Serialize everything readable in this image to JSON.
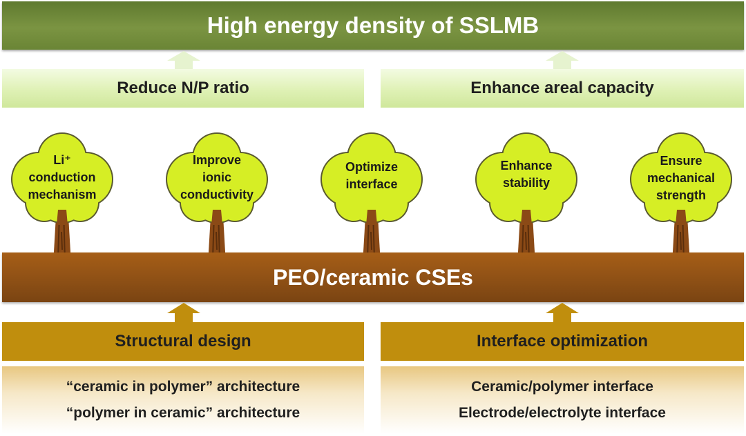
{
  "top_banner": {
    "title": "High energy density of SSLMB"
  },
  "goals": [
    {
      "label": "Reduce N/P ratio"
    },
    {
      "label": "Enhance areal capacity"
    }
  ],
  "trees": [
    {
      "lines": [
        "Li⁺",
        "conduction",
        "mechanism"
      ]
    },
    {
      "lines": [
        "Improve",
        "ionic",
        "conductivity"
      ]
    },
    {
      "lines": [
        "Optimize",
        "interface"
      ]
    },
    {
      "lines": [
        "Enhance",
        "stability"
      ]
    },
    {
      "lines": [
        "Ensure",
        "mechanical",
        "strength"
      ]
    }
  ],
  "soil": {
    "label": "PEO/ceramic CSEs"
  },
  "strategies": [
    {
      "title": "Structural design",
      "items": [
        "“ceramic in polymer” architecture",
        "“polymer in ceramic” architecture"
      ]
    },
    {
      "title": "Interface optimization",
      "items": [
        "Ceramic/polymer interface",
        "Electrode/electrolyte interface"
      ]
    }
  ],
  "colors": {
    "top_banner": "#6a8535",
    "goal_fill": "#dff1b5",
    "canopy": "#d6ee25",
    "canopy_outline": "#5a5a30",
    "trunk": "#8b4a16",
    "soil": "#8c4f15",
    "strategy": "#c08e0d",
    "up_arrow_light": "#e6f3cf",
    "up_arrow_gold": "#c08e0d"
  }
}
